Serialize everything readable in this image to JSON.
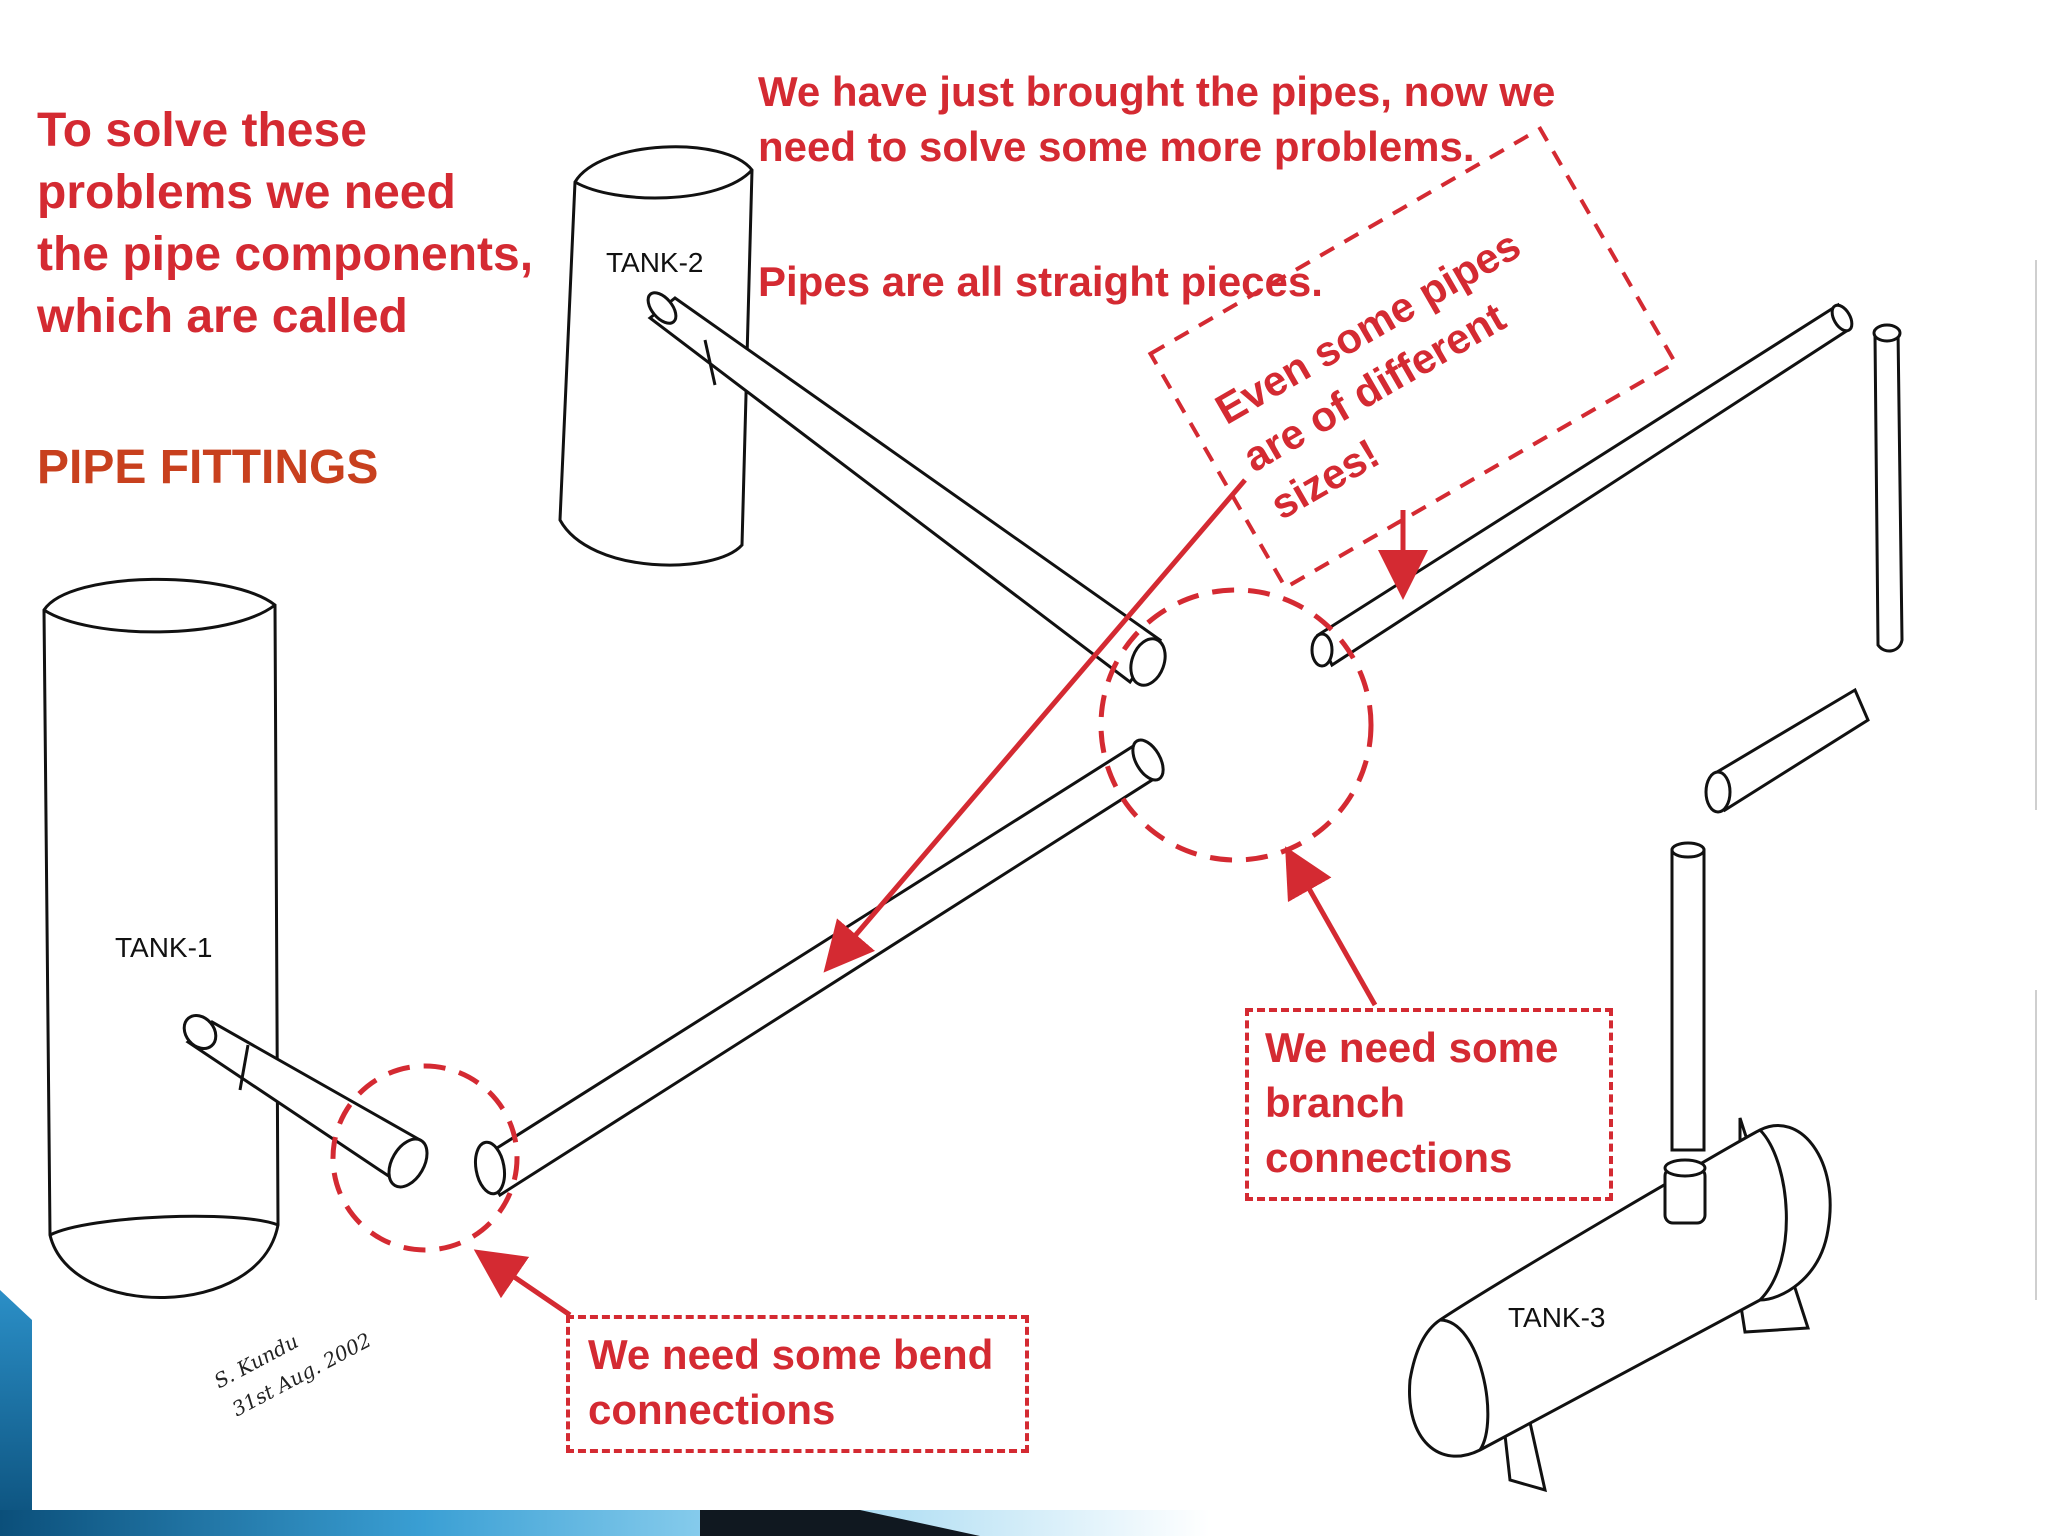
{
  "text": {
    "intro": "To solve these problems we need the pipe components, which are called",
    "fittings_heading": "PIPE FITTINGS",
    "top_note_1": "We have just brought the pipes, now we need to solve some more problems.",
    "top_note_2": "Pipes are all straight pieces.",
    "sizes_note_1": "Even some pipes",
    "sizes_note_2": "are of different",
    "sizes_note_3": "sizes!",
    "branch_note": "We need some branch connections",
    "bend_note": "We need some bend connections"
  },
  "labels": {
    "tank1": "TANK-1",
    "tank2": "TANK-2",
    "tank3": "TANK-3"
  },
  "signature": {
    "name": "S. Kundu",
    "date": "31st Aug. 2002"
  },
  "colors": {
    "annotation": "#d42a32",
    "heading": "#c8401e",
    "sketch": "#111111",
    "bar_dark": "#0b4f7a",
    "bar_light": "#7fc6e8"
  }
}
